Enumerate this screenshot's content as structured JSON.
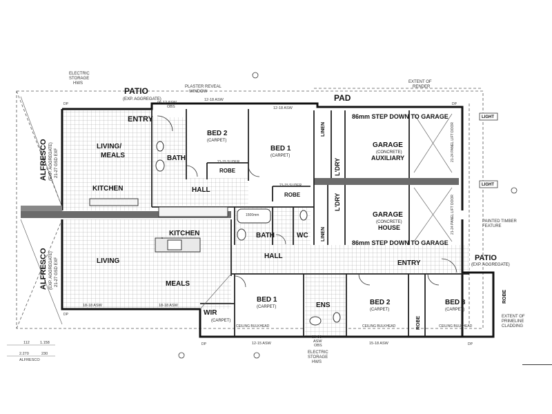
{
  "plan": {
    "rooms": {
      "patio_top": "PATIO",
      "patio_top_sub": "(EXP. AGGREGATE)",
      "entry_top": "ENTRY",
      "living_meals": "LIVING/",
      "living_meals_2": "MEALS",
      "kitchen_top": "KITCHEN",
      "bath_top": "BATH",
      "hall_top": "HALL",
      "bed2_top": "BED 2",
      "bed1_top": "BED 1",
      "linen_top": "LINEN",
      "ldry_top": "L'DRY",
      "robe_top_1": "ROBE",
      "robe_top_2": "ROBE",
      "garage_aux": "GARAGE",
      "garage_aux_tag": "AUXILIARY",
      "garage_house": "GARAGE",
      "garage_house_tag": "HOUSE",
      "ldry_bottom": "L'DRY",
      "linen_bottom": "LINEN",
      "kitchen_bottom": "KITCHEN",
      "bath_bottom": "BATH",
      "wc": "WC",
      "living": "LIVING",
      "meals": "MEALS",
      "hall_bottom": "HALL",
      "entry_bottom": "ENTRY",
      "patio_bottom": "PATIO",
      "patio_bottom_sub": "(EXP. AGGREGATE)",
      "bed1_bottom": "BED 1",
      "wir": "WIR",
      "wir_sub": "(CARPET)",
      "ens": "ENS",
      "bed2_bottom": "BED 2",
      "bed3_bottom": "BED 3",
      "robe_bottom_1": "ROBE",
      "robe_bottom_2": "ROBE",
      "alfresco_top": "ALFRESCO",
      "alfresco_top_sub": "(EXP. AGGREGATE)",
      "alfresco_top_ffl": "21-27 GSD EXF",
      "alfresco_bottom": "ALFRESCO",
      "alfresco_bottom_sub": "(EXP. AGGREGATE)",
      "alfresco_bottom_ffl": "21-27 GSD EXF",
      "pad": "PAD"
    },
    "floor_finishes": {
      "carpet": "(CARPET)",
      "concrete": "(CONCRETE)"
    },
    "notes": {
      "electric_storage_top": "ELECTRIC",
      "electric_storage_top_2": "STORAGE",
      "electric_storage_top_3": "HWS",
      "plaster_reveal": "PLASTER REVEAL",
      "plaster_reveal_2": "WINDOW",
      "step_down_top": "86mm STEP DOWN TO GARAGE",
      "step_down_bottom": "86mm STEP DOWN TO GARAGE",
      "extent_render": "EXTENT OF",
      "extent_render_2": "RENDER",
      "light_1": "LIGHT",
      "light_2": "LIGHT",
      "painted_timber": "PAINTED TIMBER",
      "painted_timber_2": "FEATURE",
      "extent_primeline": "EXTENT OF",
      "extent_primeline_2": "PRIMELINE",
      "extent_primeline_3": "CLADDING",
      "electric_storage_bottom": "ELECTRIC",
      "electric_storage_bottom_2": "STORAGE",
      "electric_storage_bottom_3": "HWS",
      "slider_1": "21-15 SLIDER",
      "slider_2": "21-15 SLIDER",
      "ceiling_bulkhead": "CEILING BULKHEAD",
      "stackers_1": "CEILING BULKHEAD",
      "stackers_2": "CEILING BULKHEAD",
      "obs_top": "OBS",
      "obs_bottom": "OBS",
      "asw_top_1": "06-12 ASW",
      "asw_top_2": "12-18 ASW",
      "asw_top_3": "12-18 ASW",
      "asw_bottom_1": "18-18 ASW",
      "asw_bottom_2": "18-18 ASW",
      "asw_bottom_3": "12-15 ASW",
      "asw_bottom_4": "09-06",
      "asw_bottom_5": "ASW",
      "asw_bottom_6": "15-18 ASW",
      "bath_dim": "1500mm",
      "panel_lift_1": "21-24 PANEL LIFT DOOR",
      "panel_lift_2": "21-24 PANEL LIFT DOOR",
      "dp": "DP"
    },
    "dimensions": {
      "left_1": "112",
      "left_2": "1.158",
      "left_3": "2.270",
      "left_4": "230",
      "left_label": "ALFRESCO"
    }
  }
}
